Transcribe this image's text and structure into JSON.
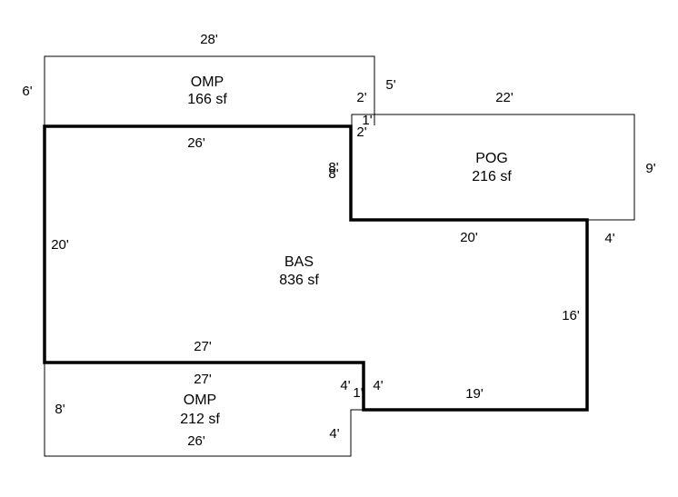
{
  "areas": {
    "omp_top": {
      "name": "OMP",
      "size": "166 sf"
    },
    "pog": {
      "name": "POG",
      "size": "216 sf"
    },
    "bas": {
      "name": "BAS",
      "size": "836 sf"
    },
    "omp_bottom": {
      "name": "OMP",
      "size": "212 sf"
    }
  },
  "dimensions": {
    "omp_top_width": "28'",
    "omp_top_left": "6'",
    "omp_top_right": "5'",
    "omp_top_step": "2'",
    "pog_width": "22'",
    "pog_step_top": "1'",
    "pog_step_left": "2'",
    "pog_right": "9'",
    "bas_top": "26'",
    "bas_inner_a": "8'",
    "bas_inner_b": "8'",
    "bas_left": "20'",
    "bas_mid": "20'",
    "bas_right_short": "4'",
    "bas_right_long": "16'",
    "bas_bottom_right": "19'",
    "bas_bottom_left": "27'",
    "omp_bottom_top": "27'",
    "omp_bottom_left": "8'",
    "omp_bottom_notch_a": "4'",
    "omp_bottom_notch_b": "1'",
    "omp_bottom_notch_c": "4'",
    "omp_bottom_width": "26'",
    "omp_bottom_right": "4'"
  },
  "colors": {
    "line": "#000000",
    "background": "#ffffff"
  }
}
